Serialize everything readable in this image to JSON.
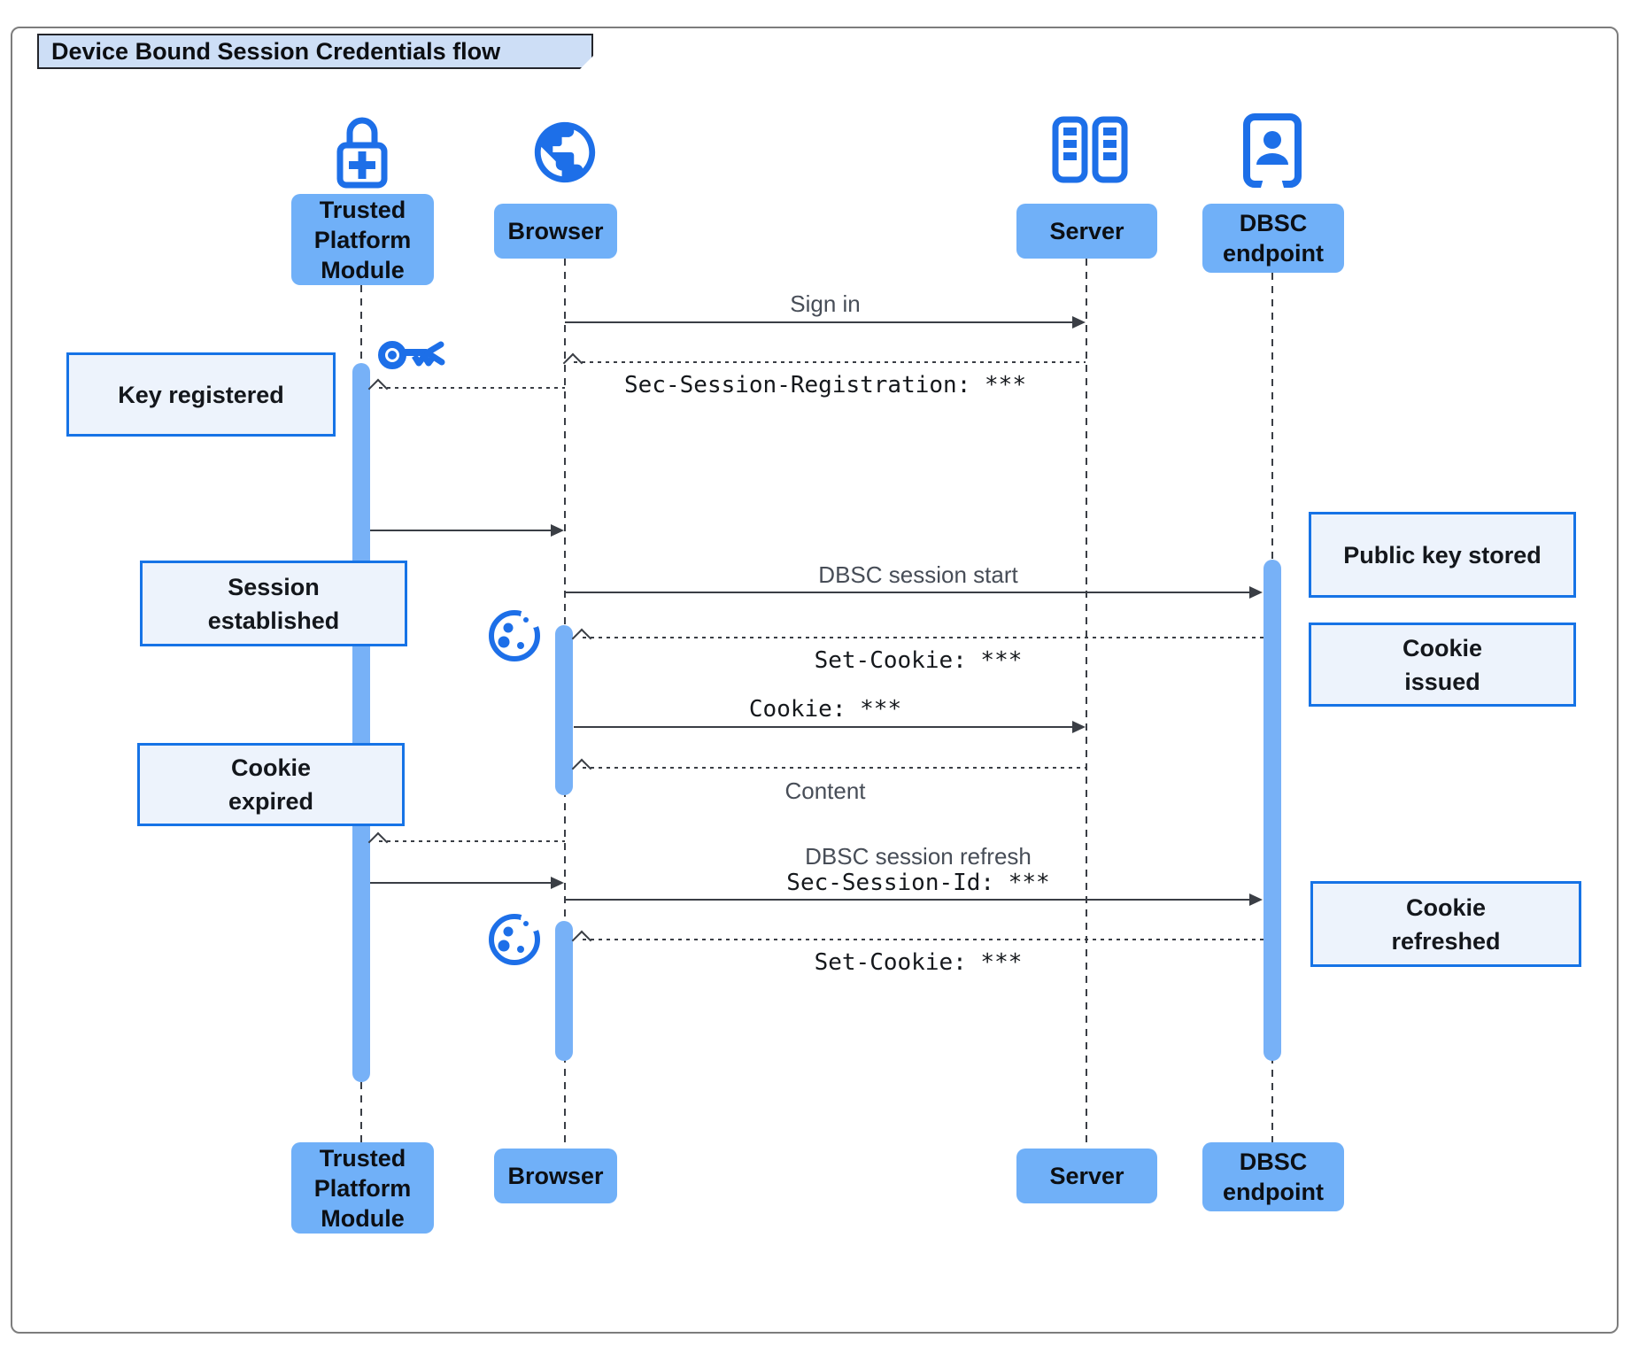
{
  "title": "Device Bound Session Credentials flow",
  "actors": {
    "tpm": {
      "lines": [
        "Trusted",
        "Platform",
        "Module"
      ],
      "icon": "lock-plus-icon"
    },
    "browser": {
      "label": "Browser",
      "icon": "globe-icon"
    },
    "server": {
      "label": "Server",
      "icon": "server-racks-icon"
    },
    "dbsc": {
      "lines": [
        "DBSC",
        "endpoint"
      ],
      "icon": "badge-person-icon"
    }
  },
  "messages": {
    "sign_in": "Sign in",
    "sec_session_registration": "Sec-Session-Registration: ***",
    "dbsc_session_start": "DBSC session start",
    "set_cookie_1": "Set-Cookie: ***",
    "cookie": "Cookie: ***",
    "content": "Content",
    "dbsc_session_refresh": "DBSC session refresh",
    "sec_session_id": "Sec-Session-Id: ***",
    "set_cookie_2": "Set-Cookie: ***"
  },
  "notes": {
    "key_registered": "Key registered",
    "session_established": [
      "Session",
      "established"
    ],
    "cookie_expired": [
      "Cookie",
      "expired"
    ],
    "public_key_stored": "Public key stored",
    "cookie_issued": [
      "Cookie",
      "issued"
    ],
    "cookie_refreshed": [
      "Cookie",
      "refreshed"
    ]
  },
  "icons": {
    "key": "key-icon",
    "cookie": "cookie-icon"
  },
  "colors": {
    "icon_blue": "#1d6fe8",
    "actor_blue": "#70b0f8",
    "bar_blue": "#77b1f7",
    "note_bg": "#edf3fc",
    "note_border": "#1673e6",
    "title_bg": "#cddef6",
    "line_dark": "#3a3e45",
    "msg_gray": "#474d57",
    "frame_gray": "#7d7d7d"
  }
}
